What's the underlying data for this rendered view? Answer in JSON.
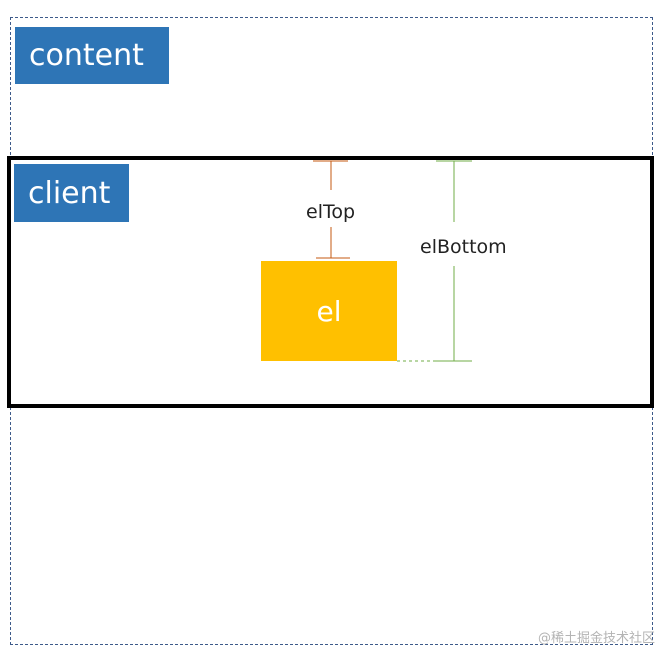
{
  "diagram": {
    "content_label": "content",
    "client_label": "client",
    "el_label": "el",
    "el_top_label": "elTop",
    "el_bottom_label": "elBottom",
    "watermark": "@稀土掘金技术社区"
  },
  "colors": {
    "label_blue": "#2e75b6",
    "el_yellow": "#ffc000",
    "eltop_marker": "#c55a11",
    "elbottom_marker": "#70ad47",
    "content_border": "#3d5a8a",
    "client_border": "#000000"
  }
}
